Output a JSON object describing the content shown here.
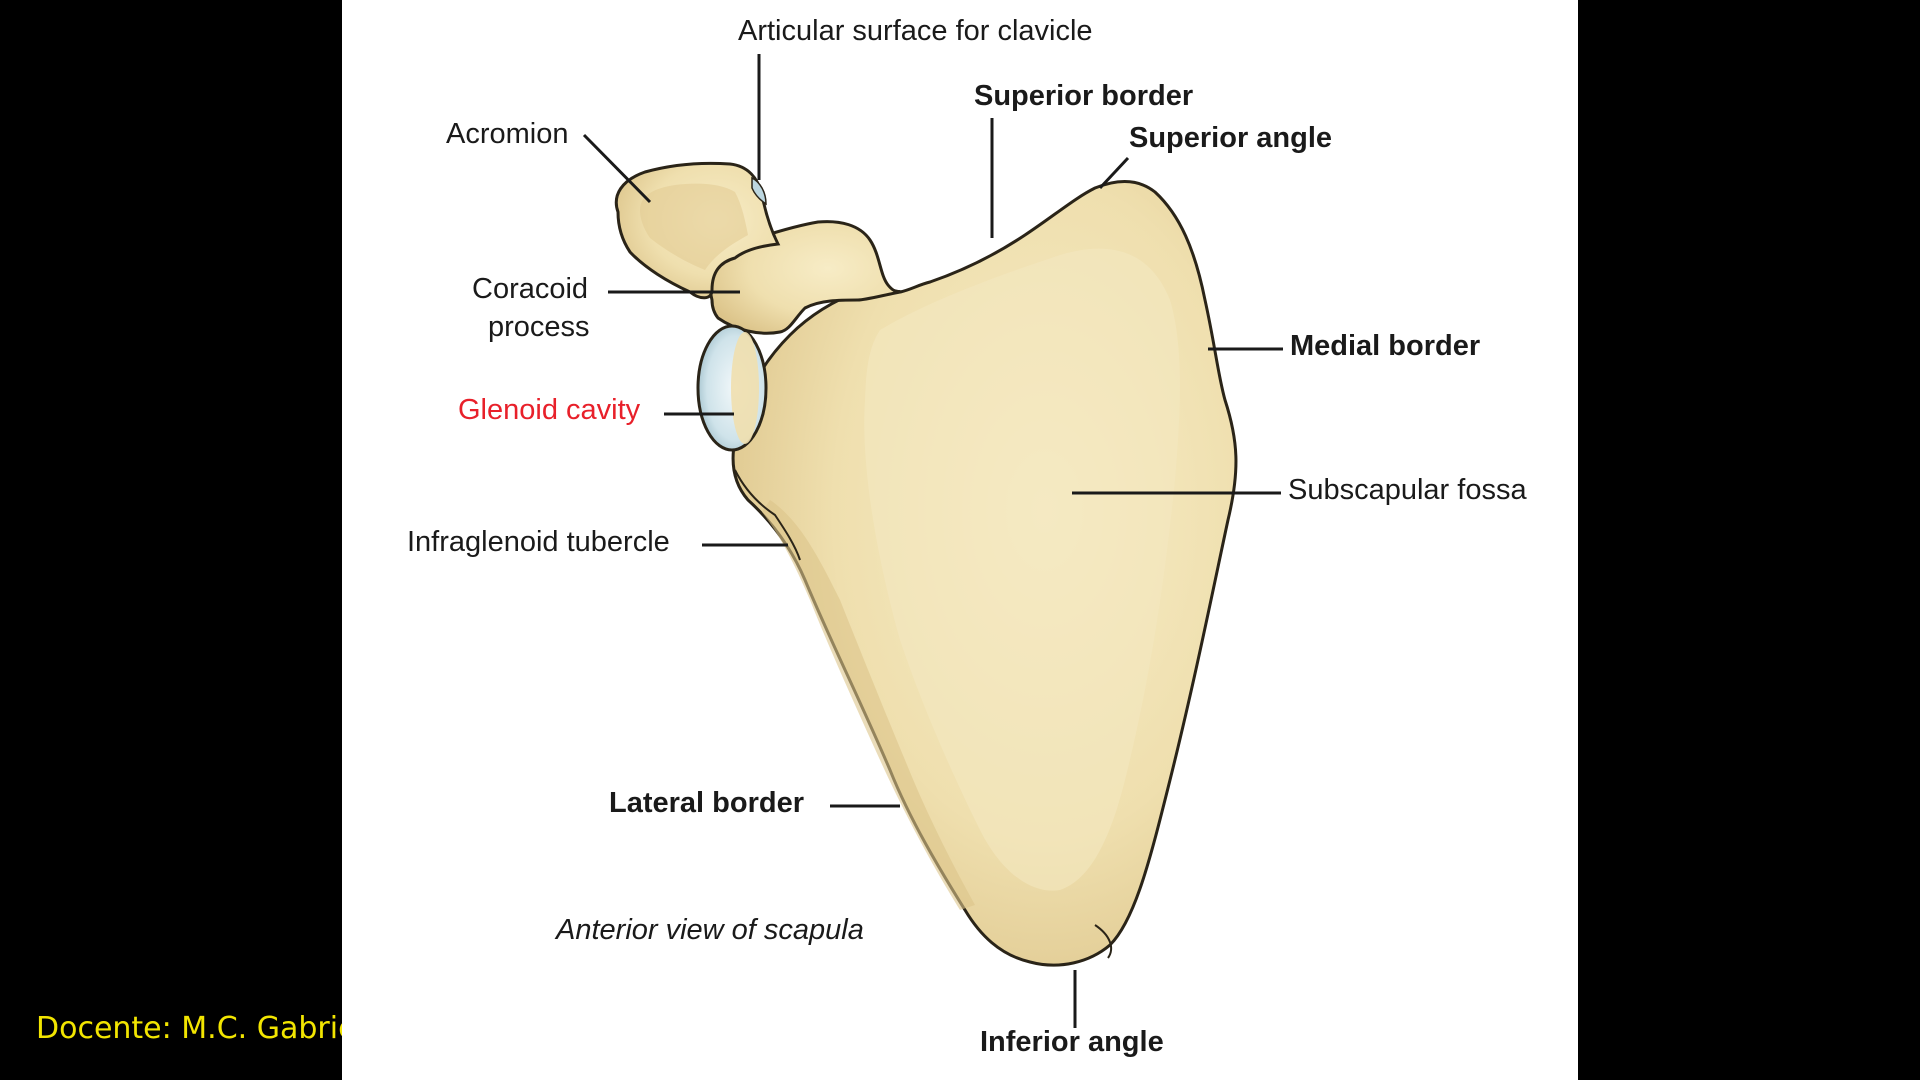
{
  "colors": {
    "bone_fill": "#efdfae",
    "bone_shade": "#d9c38a",
    "bone_outline": "#2a2418",
    "glenoid_fill": "#cfe3ea",
    "highlight_label": "#e8202a",
    "footer_text": "#f2e500",
    "leader_line": "#1a1a1a"
  },
  "labels": {
    "articular_surface": "Articular surface for clavicle",
    "acromion": "Acromion",
    "superior_border": "Superior border",
    "superior_angle": "Superior angle",
    "coracoid_line1": "Coracoid",
    "coracoid_line2": "process",
    "medial_border": "Medial border",
    "glenoid_cavity": "Glenoid cavity",
    "subscapular_fossa": "Subscapular fossa",
    "infraglenoid_tubercle": "Infraglenoid tubercle",
    "lateral_border": "Lateral border",
    "caption": "Anterior view of scapula",
    "inferior_angle": "Inferior angle"
  },
  "footer": {
    "docente": "Docente: M.C. Gabriel"
  }
}
